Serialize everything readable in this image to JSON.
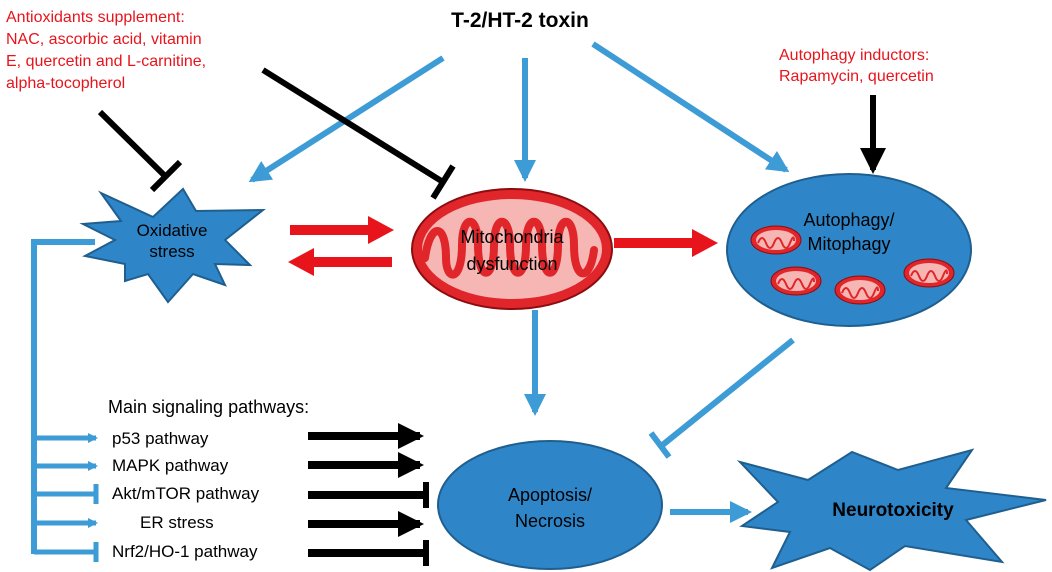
{
  "title": "T-2/HT-2 toxin",
  "antioxidants": {
    "lines": [
      "Antioxidants supplement:",
      "NAC, ascorbic acid, vitamin",
      "E, quercetin and L-carnitine,",
      "alpha-tocopherol"
    ]
  },
  "autophagy_inductors": {
    "lines": [
      "Autophagy inductors:",
      "Rapamycin, quercetin"
    ]
  },
  "nodes": {
    "oxidative_stress": [
      "Oxidative",
      "stress"
    ],
    "mitochondria": [
      "Mitochondria",
      "dysfunction"
    ],
    "autophagy": [
      "Autophagy/",
      "Mitophagy"
    ],
    "apoptosis": [
      "Apoptosis/",
      "Necrosis"
    ],
    "neurotoxicity": "Neurotoxicity"
  },
  "pathways": {
    "heading": "Main signaling pathways:",
    "items": [
      {
        "label": "p53 pathway",
        "effect": "promote"
      },
      {
        "label": "MAPK pathway",
        "effect": "promote"
      },
      {
        "label": "Akt/mTOR pathway",
        "effect": "inhibit"
      },
      {
        "label": "ER stress",
        "effect": "promote"
      },
      {
        "label": "Nrf2/HO-1 pathway",
        "effect": "inhibit"
      }
    ]
  },
  "colors": {
    "blue_arrow": "#3d9bd6",
    "node_fill": "#2e86c9",
    "node_stroke": "#1f5f8f",
    "red": "#e8141c",
    "mito_fill": "#e0262a",
    "black": "#000000"
  }
}
